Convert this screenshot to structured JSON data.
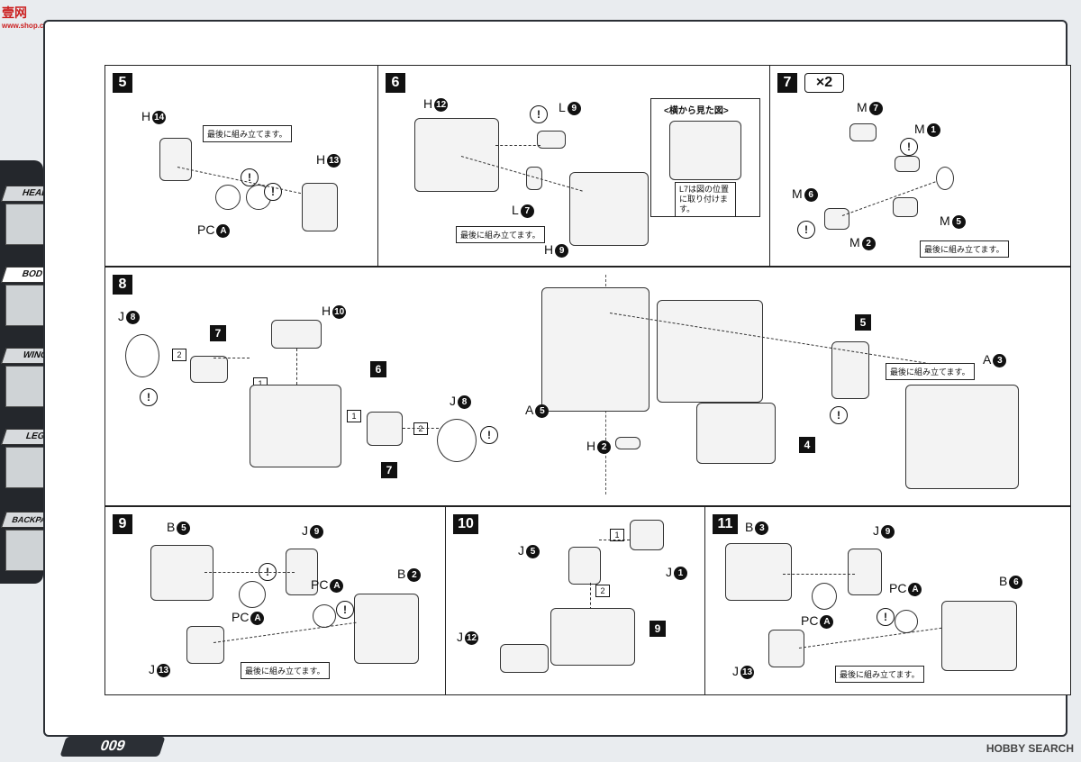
{
  "watermark": {
    "logo_text": "壹网",
    "logo_url": "www.shop.com"
  },
  "sidebar": {
    "tabs": [
      {
        "label": "HEAD"
      },
      {
        "label": "BODY"
      },
      {
        "label": "WING"
      },
      {
        "label": "LEG"
      },
      {
        "label": "BACKPACK"
      }
    ]
  },
  "symbols": {
    "caution": "!"
  },
  "steps": {
    "s5": {
      "number": "5",
      "note": "最後に組み立てます。",
      "parts": [
        {
          "letter": "H",
          "num": "14"
        },
        {
          "letter": "H",
          "num": "13"
        },
        {
          "letter": "PC",
          "num": "A"
        }
      ]
    },
    "s6": {
      "number": "6",
      "note": "最後に組み立てます。",
      "callout_title": "<横から見た図>",
      "callout_note": "L7は図の位置に取り付けます。",
      "parts": [
        {
          "letter": "H",
          "num": "12"
        },
        {
          "letter": "L",
          "num": "9"
        },
        {
          "letter": "L",
          "num": "7"
        },
        {
          "letter": "H",
          "num": "9"
        }
      ]
    },
    "s7": {
      "number": "7",
      "quantity": "×2",
      "note": "最後に組み立てます。",
      "parts": [
        {
          "letter": "M",
          "num": "7"
        },
        {
          "letter": "M",
          "num": "1"
        },
        {
          "letter": "M",
          "num": "6"
        },
        {
          "letter": "M",
          "num": "2"
        },
        {
          "letter": "M",
          "num": "5"
        }
      ]
    },
    "s8": {
      "number": "8",
      "note": "最後に組み立てます。",
      "order": [
        "1",
        "2"
      ],
      "refs": [
        "7",
        "6",
        "4",
        "5"
      ],
      "parts": [
        {
          "letter": "J",
          "num": "8"
        },
        {
          "letter": "H",
          "num": "10"
        },
        {
          "letter": "J",
          "num": "8"
        },
        {
          "letter": "A",
          "num": "5"
        },
        {
          "letter": "H",
          "num": "2"
        },
        {
          "letter": "A",
          "num": "3"
        }
      ]
    },
    "s9": {
      "number": "9",
      "note": "最後に組み立てます。",
      "parts": [
        {
          "letter": "B",
          "num": "5"
        },
        {
          "letter": "J",
          "num": "9"
        },
        {
          "letter": "PC",
          "num": "A"
        },
        {
          "letter": "PC",
          "num": "A"
        },
        {
          "letter": "B",
          "num": "2"
        },
        {
          "letter": "J",
          "num": "13"
        }
      ]
    },
    "s10": {
      "number": "10",
      "order": [
        "1",
        "2"
      ],
      "refs": [
        "9"
      ],
      "parts": [
        {
          "letter": "J",
          "num": "5"
        },
        {
          "letter": "J",
          "num": "1"
        },
        {
          "letter": "J",
          "num": "12"
        }
      ]
    },
    "s11": {
      "number": "11",
      "note": "最後に組み立てます。",
      "parts": [
        {
          "letter": "B",
          "num": "3"
        },
        {
          "letter": "J",
          "num": "9"
        },
        {
          "letter": "PC",
          "num": "A"
        },
        {
          "letter": "PC",
          "num": "A"
        },
        {
          "letter": "B",
          "num": "6"
        },
        {
          "letter": "J",
          "num": "13"
        }
      ]
    }
  },
  "footer": {
    "page_number": "009",
    "brand": "HOBBY SEARCH"
  }
}
